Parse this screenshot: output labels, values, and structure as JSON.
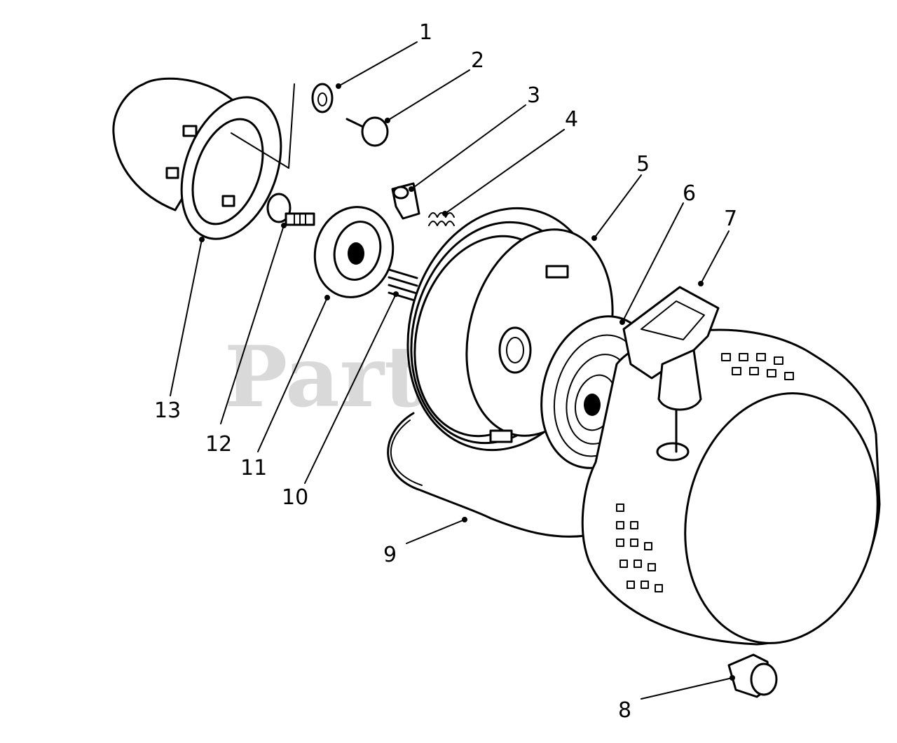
{
  "watermark": "PartsTree",
  "callouts": [
    {
      "id": "1",
      "label": "1"
    },
    {
      "id": "2",
      "label": "2"
    },
    {
      "id": "3",
      "label": "3"
    },
    {
      "id": "4",
      "label": "4"
    },
    {
      "id": "5",
      "label": "5"
    },
    {
      "id": "6",
      "label": "6"
    },
    {
      "id": "7",
      "label": "7"
    },
    {
      "id": "8",
      "label": "8"
    },
    {
      "id": "9",
      "label": "9"
    },
    {
      "id": "10",
      "label": "10"
    },
    {
      "id": "11",
      "label": "11"
    },
    {
      "id": "12",
      "label": "12"
    },
    {
      "id": "13",
      "label": "13"
    }
  ],
  "colors": {
    "ink": "#000000",
    "background": "#ffffff",
    "watermark": "#d9d9d9"
  }
}
